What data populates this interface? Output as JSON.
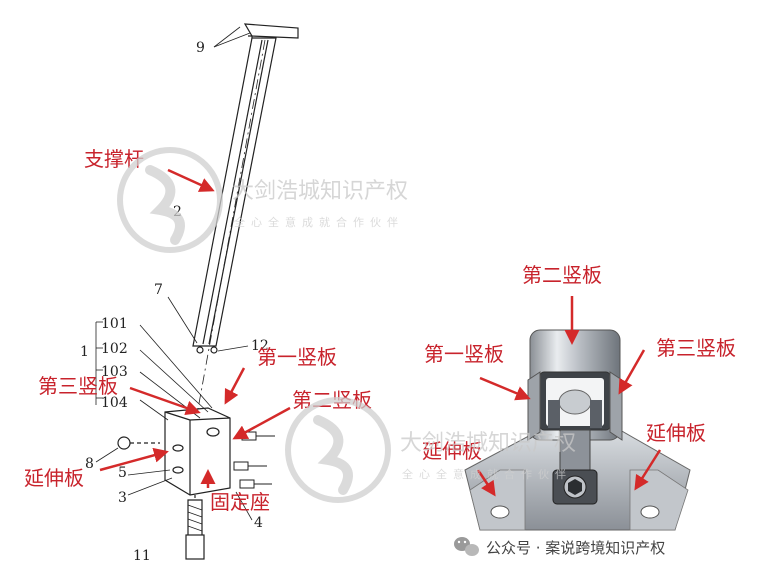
{
  "left_labels": {
    "support_rod": "支撑杆",
    "first_vertical_plate": "第一竖板",
    "third_vertical_plate": "第三竖板",
    "second_vertical_plate": "第二竖板",
    "extension_plate": "延伸板",
    "fixed_seat": "固定座"
  },
  "right_labels": {
    "second_vertical_plate": "第二竖板",
    "first_vertical_plate": "第一竖板",
    "third_vertical_plate": "第三竖板",
    "extension_plate_right": "延伸板",
    "extension_plate_left": "延伸板"
  },
  "part_numbers": {
    "n9": "9",
    "n2": "2",
    "n7": "7",
    "n12": "12",
    "n1": "1",
    "n101": "101",
    "n102": "102",
    "n103": "103",
    "n104": "104",
    "n8": "8",
    "n5": "5",
    "n3": "3",
    "n4": "4",
    "n11": "11"
  },
  "watermark": {
    "name": "大剑浩城知识产权",
    "slogan": "全心全意成就合作伙伴"
  },
  "footer": {
    "text": "公众号 · 案说跨境知识产权"
  },
  "colors": {
    "annotation": "#c8232c",
    "watermark": "#c9c9c9"
  }
}
